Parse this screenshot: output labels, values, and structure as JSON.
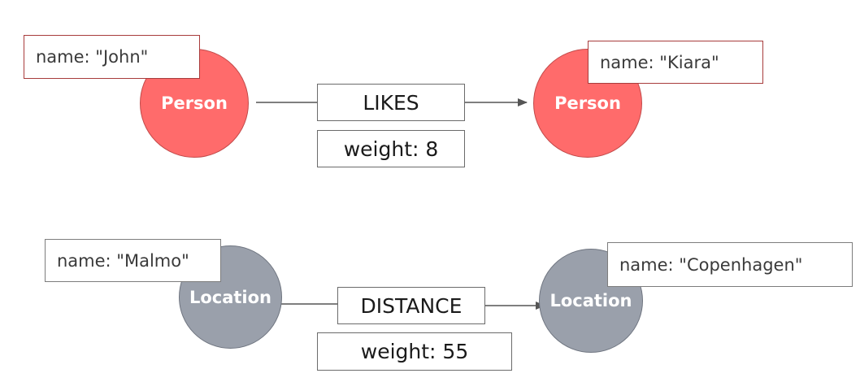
{
  "graphs": [
    {
      "from": {
        "label": "Person",
        "property": "name: \"John\""
      },
      "relationship": {
        "type": "LIKES",
        "property": "weight: 8"
      },
      "to": {
        "label": "Person",
        "property": "name: \"Kiara\""
      }
    },
    {
      "from": {
        "label": "Location",
        "property": "name: \"Malmo\""
      },
      "relationship": {
        "type": "DISTANCE",
        "property": "weight: 55"
      },
      "to": {
        "label": "Location",
        "property": "name: \"Copenhagen\""
      }
    }
  ],
  "colors": {
    "person_node": "#ff6b6b",
    "location_node": "#9aa0ab",
    "edge": "#555555"
  }
}
